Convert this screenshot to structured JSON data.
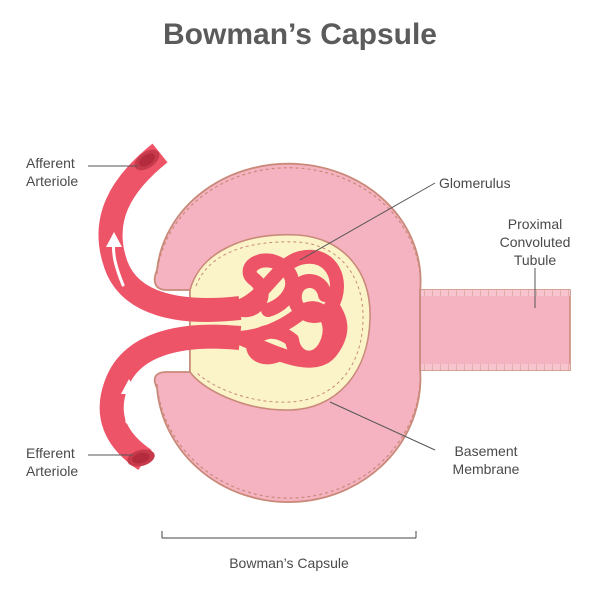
{
  "title": "Bowman’s Capsule",
  "labels": {
    "afferent": [
      "Afferent",
      "Arteriole"
    ],
    "efferent": [
      "Efferent",
      "Arteriole"
    ],
    "glomerulus": "Glomerulus",
    "proximal": [
      "Proximal",
      "Convoluted",
      "Tubule"
    ],
    "basement": [
      "Basement",
      "Membrane"
    ],
    "capsule_bracket": "Bowman’s Capsule"
  },
  "colors": {
    "capsule_fill": "#f5b3c1",
    "capsule_outline": "#c98a7a",
    "capsule_space": "#fbf4c9",
    "vessel": "#ee5467",
    "vessel_dark": "#c73a4c",
    "vessel_lumen": "#b32b3c",
    "arrow": "#ffffff",
    "leader_line": "#555555",
    "title_text": "#5b5b5b"
  },
  "icons": {
    "afferent_flow": "arrow-up-icon",
    "efferent_flow": "arrow-up-icon"
  }
}
